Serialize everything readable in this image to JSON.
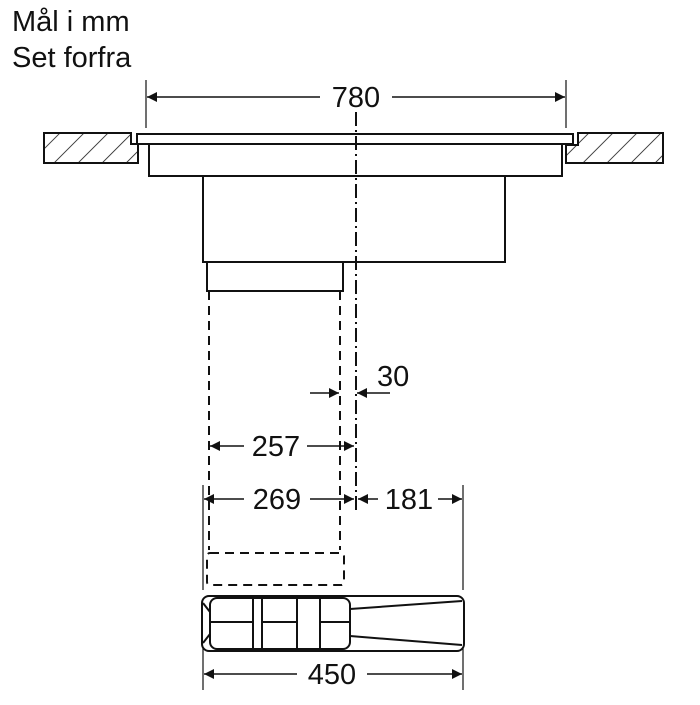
{
  "header": {
    "units_label": "Mål i mm",
    "view_label": "Set forfra"
  },
  "dimensions": {
    "overall_width": "780",
    "offset_from_center": "30",
    "duct_inner_to_center": "257",
    "duct_outer_to_center": "269",
    "center_to_right_edge": "181",
    "fan_unit_width": "450"
  },
  "colors": {
    "line": "#111111",
    "background": "#ffffff"
  }
}
